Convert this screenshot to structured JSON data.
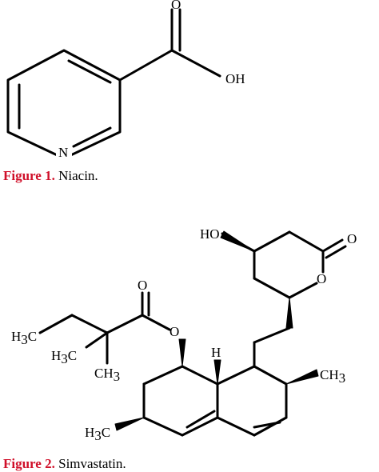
{
  "figures": [
    {
      "label": "Figure 1.",
      "caption": "Niacin.",
      "atoms": {
        "o": "O",
        "oh": "OH",
        "n": "N"
      }
    },
    {
      "label": "Figure 2.",
      "caption": "Simvastatin.",
      "atoms": {
        "ho": "HO",
        "o_lactone": "O",
        "o_ring": "O",
        "o_ester": "O",
        "o_ester_link": "O",
        "h": "H",
        "h3c_top": "H",
        "h3c_mid": "H",
        "ch3_sub": "CH",
        "ch3_right": "CH",
        "h3c_bot": "H",
        "sub3": "3",
        "c": "C"
      }
    }
  ],
  "colors": {
    "figure_label": "#d0102a",
    "text": "#000000"
  }
}
